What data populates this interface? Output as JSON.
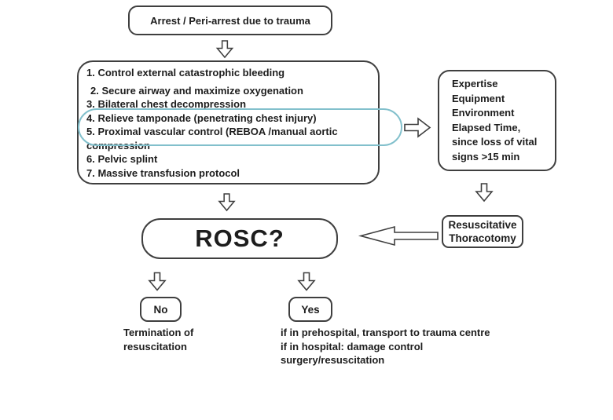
{
  "colors": {
    "highlight": "#82c0cc",
    "line": "#3f3f3f",
    "text": "#1d1d1d"
  },
  "flowchart": {
    "arrest": {
      "label": "Arrest / Peri-arrest due to trauma"
    },
    "interventions": {
      "items": [
        "1. Control external catastrophic bleeding",
        "2. Secure airway and maximize oxygenation",
        "3. Bilateral chest decompression",
        "4. Relieve tamponade (penetrating chest injury)",
        "5. Proximal vascular control (REBOA /manual aortic compression",
        "6. Pelvic splint",
        "7. Massive transfusion protocol"
      ]
    },
    "considerations": {
      "label": "Expertise\nEquipment\nEnvironment\nElapsed Time,\nsince loss of vital\nsigns >15 min"
    },
    "thoracotomy": {
      "label": "Resuscitative\nThoracotomy"
    },
    "rosc": {
      "label": "ROSC?"
    },
    "no": {
      "label": "No"
    },
    "yes": {
      "label": "Yes"
    },
    "no_outcome": {
      "label": "Termination of\nresuscitation"
    },
    "yes_outcome": {
      "label": "if in prehospital, transport to trauma centre\nif in hospital: damage control\nsurgery/resuscitation"
    }
  }
}
